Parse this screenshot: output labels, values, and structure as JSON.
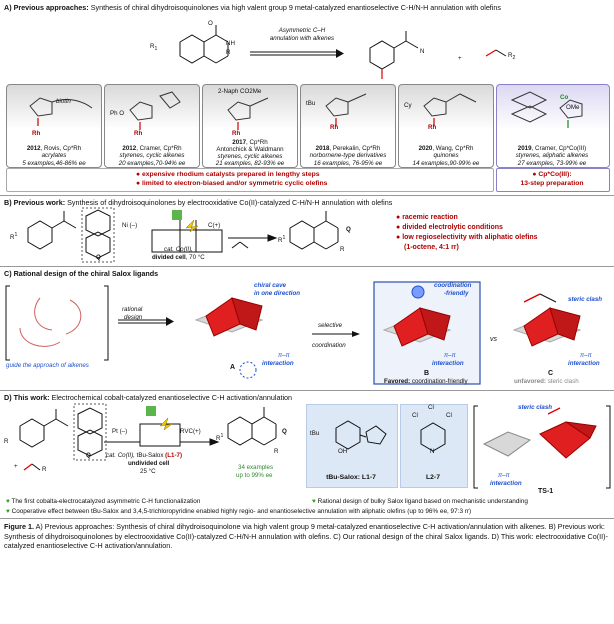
{
  "sectionA": {
    "heading": "A) Previous approaches:",
    "heading_rest": "Synthesis of chiral dihydroisoquinolones via high valent group 9 metal-catalyzed enantioselective C-H/N-H annulation with olefins",
    "arrow_label_1": "Asymmetric C–H",
    "arrow_label_2": "annulation with alkenes",
    "panels": [
      {
        "year": "2012",
        "who": ", Rovis, Cp*Rh",
        "scope": "acrylates",
        "examples": "5 examples,46-86% ee",
        "metal": "Rh",
        "extra": "biotin"
      },
      {
        "year": "2012",
        "who": ", Cramer, Cp*Rh",
        "scope": "styrenes, cyclic alkenes",
        "examples": "20 examples,70-94% ee",
        "metal": "Rh",
        "extra": "Ph O"
      },
      {
        "year": "2017",
        "who": ", Cp*Rh",
        "authors": "Antonchick & Waldmann",
        "scope": "styrenes, cyclic alkenes",
        "examples": "21 examples, 82-93% ee",
        "metal": "Rh",
        "extra": "2-Naph  CO2Me"
      },
      {
        "year": "2018",
        "who": ", Perekalin, Cp*Rh",
        "scope": "norbornene-type derivatives",
        "examples": "16 examples, 76-95% ee",
        "metal": "Rh",
        "extra": "tBu"
      },
      {
        "year": "2020",
        "who": ", Wang, Cp*Rh",
        "scope": "quinones",
        "examples": "14 examples,90-99% ee",
        "metal": "Rh",
        "extra": "Cy"
      },
      {
        "year": "2019",
        "who": ", Cramer, Cp*Co(III)",
        "scope": "styrenes, aliphatic alkenes",
        "examples": "27 examples, 73-99% ee",
        "metal": "Co",
        "extra": "OMe"
      }
    ],
    "drawbacks": [
      "expensive rhodium catalysts prepared in lengthy steps",
      "limited to electron-biased and/or symmetric cyclic olefins"
    ],
    "co_note_1": "Cp*Co(III):",
    "co_note_2": "13-step preparation"
  },
  "sectionB": {
    "heading": "B) Previous work:",
    "heading_rest": "Synthesis of dihydroisoquinolones by electrooxidative Co(II)-catalyzed C-H/N-H annulation with olefins",
    "conditions_1": "Ni (–)",
    "conditions_2": "C(+)",
    "catalyst": "cat. Co(II),",
    "cell": "divided cell",
    "temp": ", 70 °C",
    "q_label": "Q",
    "features": [
      "racemic reaction",
      "divided electrolytic conditions",
      "low regioselectivity with aliphatic olefins",
      "(1-octene, 4:1 rr)"
    ]
  },
  "sectionC": {
    "heading": "C) Rational design of the chiral Salox ligands",
    "rational": "rational",
    "design": "design",
    "guide": "guide the approach of alkenes",
    "cave_1": "chiral cave",
    "cave_2": "in one direction",
    "pi_1": "π–π",
    "interaction": "interaction",
    "selective": "selective",
    "coordination": "coordination",
    "coord_friendly_1": "coordination",
    "coord_friendly_2": "-friendly",
    "steric": "steric clash",
    "vs": "vs",
    "labelA": "A",
    "labelB": "B",
    "labelC": "C",
    "favored_bold": "Favored:",
    "favored_rest": " coordination-friendly",
    "unfavored_bold": "unfavored:",
    "unfavored_rest": " steric clash"
  },
  "sectionD": {
    "heading": "D) This work:",
    "heading_rest": "Electrochemical cobalt-catalyzed enantioselective C-H activation/annulation",
    "pt": "Pt (–)",
    "rvc": "RVC(+)",
    "cat": "cat. Co(II), ",
    "ligand": "tBu-Salox",
    "ligand_code": " (L1-7)",
    "cell": "undivided cell",
    "temp": "25 °C",
    "examples_1": "34 examples",
    "examples_2": "up to 99% ee",
    "salox_label": "tBu-Salox: L1-7",
    "l2_label": "L2-7",
    "ts_label": "TS-1",
    "steric": "steric clash",
    "pi": "π–π",
    "interaction": "interaction",
    "bullets": [
      "The first cobalta-electrocatalyzed asymmetric C-H functionalization",
      "Rational design of bulky Salox ligand based on mechanistic understanding",
      "Cooperative effect between tBu-Salox and 3,4,5-trichloropyridine enabled highly regio- and enantioselective annulation with aliphatic olefins (up to 96% ee, 97:3 rr)"
    ]
  },
  "caption": {
    "bold": "Figure 1.",
    "text": " A) Previous approaches: Synthesis of chiral dihydroisoquinolone via high valent group 9 metal-catalyzed enantioselective C-H activation/annulation with alkenes. B) Previous work: Synthesis of dihydroisoquinolones by electrooxidative Co(II)-catalyzed C-H/N-H annulation with olefins. C) Our rational design of the chiral Salox ligands. D) This work: electrooxidative Co(II)-catalyzed enantioselective C-H activation/annulation."
  },
  "colors": {
    "red": "#b00000",
    "blue": "#1f4fd0",
    "green": "#3a9a2a",
    "violet": "#8a82c8"
  }
}
